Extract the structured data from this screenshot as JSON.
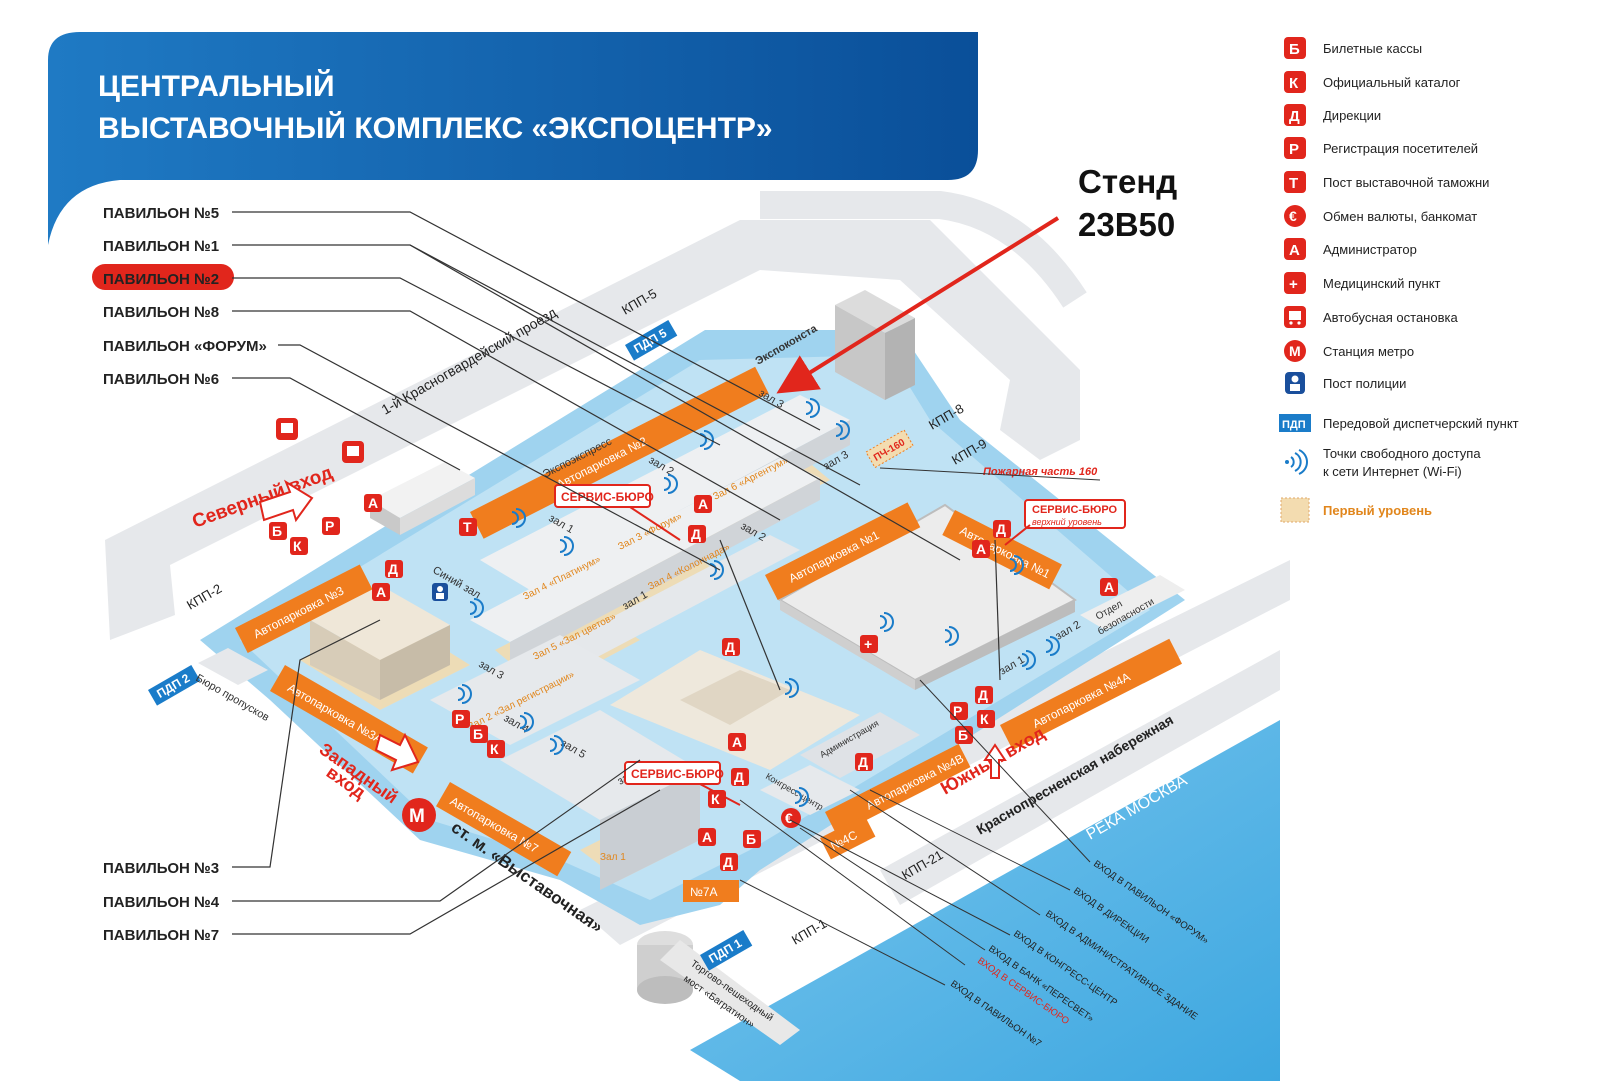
{
  "title": {
    "line1": "ЦЕНТРАЛЬНЫЙ",
    "line2": "ВЫСТАВОЧНЫЙ КОМПЛЕКС «ЭКСПОЦЕНТР»"
  },
  "stand": {
    "line1": "Стенд",
    "line2": "23B50"
  },
  "colors": {
    "header_blue": "#0d5aa7",
    "accent_red": "#e1261c",
    "parking_orange": "#f07d1e",
    "ground_blue": "#9fd3ef",
    "river_blue": "#5db7e6",
    "road_gray": "#e4e6e9",
    "first_level": "#f3dcb0"
  },
  "pavilions_left_top": [
    {
      "label": "ПАВИЛЬОН №5",
      "highlighted": false
    },
    {
      "label": "ПАВИЛЬОН №1",
      "highlighted": false
    },
    {
      "label": "ПАВИЛЬОН №2",
      "highlighted": true
    },
    {
      "label": "ПАВИЛЬОН №8",
      "highlighted": false
    },
    {
      "label": "ПАВИЛЬОН «ФОРУМ»",
      "highlighted": false
    },
    {
      "label": "ПАВИЛЬОН №6",
      "highlighted": false
    }
  ],
  "pavilions_left_bottom": [
    {
      "label": "ПАВИЛЬОН №3"
    },
    {
      "label": "ПАВИЛЬОН №4"
    },
    {
      "label": "ПАВИЛЬОН №7"
    }
  ],
  "legend": [
    {
      "icon": "Б",
      "icon_name": "ticket-office-icon",
      "label": "Билетные кассы"
    },
    {
      "icon": "К",
      "icon_name": "catalog-icon",
      "label": "Официальный каталог"
    },
    {
      "icon": "Д",
      "icon_name": "directorate-icon",
      "label": "Дирекции"
    },
    {
      "icon": "Р",
      "icon_name": "registration-icon",
      "label": "Регистрация посетителей"
    },
    {
      "icon": "Т",
      "icon_name": "customs-icon",
      "label": "Пост выставочной таможни"
    },
    {
      "icon": "€",
      "icon_name": "currency-exchange-icon",
      "label": "Обмен валюты, банкомат"
    },
    {
      "icon": "А",
      "icon_name": "administrator-icon",
      "label": "Администратор"
    },
    {
      "icon": "+",
      "icon_name": "medical-icon",
      "label": "Медицинский пункт"
    },
    {
      "icon": "",
      "icon_name": "bus-stop-icon",
      "label": "Автобусная остановка"
    },
    {
      "icon": "М",
      "icon_name": "metro-icon",
      "label": "Станция метро"
    },
    {
      "icon": "",
      "icon_name": "police-icon",
      "label": "Пост полиции"
    },
    {
      "icon": "ПДП",
      "icon_name": "dispatch-point-icon",
      "label": "Передовой диспетчерский пункт"
    },
    {
      "icon": "",
      "icon_name": "wifi-icon",
      "label": "Точки свободного доступа",
      "label2": "к сети Интернет (Wi-Fi)"
    },
    {
      "icon": "",
      "icon_name": "first-level-swatch-icon",
      "label": "Первый уровень"
    }
  ],
  "parkings": {
    "p2": "Автопарковка №2",
    "p1": "Автопарковка №1",
    "p1_right": "Автопарковка №1",
    "p3": "Автопарковка №3",
    "p3a": "Автопарковка №3А",
    "p4a": "Автопарковка №4А",
    "p4b": "Автопарковка №4В",
    "p4c": "№4С",
    "p7": "Автопарковка №7",
    "p7a": "№7А"
  },
  "roads": {
    "krasnogvard": "1-й Красногвардейский проезд",
    "naberezhnaya": "Краснопресненская набережная",
    "river": "РЕКА МОСКВА",
    "metro": "ст. м. «Выставочная»",
    "bridge_line1": "Торгово-пешеходный",
    "bridge_line2": "мост «Багратион»"
  },
  "kpp": [
    "КПП-5",
    "КПП-8",
    "КПП-9",
    "КПП-2",
    "КПП-21",
    "КПП-1"
  ],
  "pdp": [
    "ПДП 5",
    "ПДП 2",
    "ПДП 1"
  ],
  "entrances": {
    "north": "Северный вход",
    "west_line1": "Западный",
    "west_line2": "вход",
    "south": "Южный вход"
  },
  "service": {
    "s1": "СЕРВИС-БЮРО",
    "s2": "СЕРВИС-БЮРО",
    "s3_line1": "СЕРВИС-БЮРО",
    "s3_line2": "верхний уровень"
  },
  "buildings": {
    "expokonsta": "Экспоконста",
    "ekspoves": "Экспоэкспресс",
    "blue_hall": "Синий зал",
    "byuro": "Бюро пропусков",
    "security_line1": "Отдел",
    "security_line2": "безопасности",
    "kongress": "Конгресс-центр",
    "admin": "Администрация",
    "fire": "Пожарная часть 160",
    "fire_badge": "ПЧ-160"
  },
  "halls": {
    "h3a": "зал 3",
    "h2a": "зал 2",
    "h3b": "зал 3",
    "h1a": "зал 1",
    "h2b": "зал 2",
    "h1b": "зал 1",
    "h3c": "зал 3",
    "h4": "зал 4",
    "h5": "зал 5",
    "h6": "зал 6",
    "h1c": "зал 1",
    "h2c": "зал 2",
    "z4p": "Зал 4 «Платинум»",
    "z3f": "Зал 3 «Форум»",
    "z6a": "Зал 6 «Аргентум»",
    "z4k": "Зал 4 «Колоннада»",
    "z5": "Зал 5 «Зал цветов»",
    "z2": "Зал 2 «Зал регистрации»",
    "z1": "Зал 1"
  },
  "entrance_list": [
    {
      "label": "ВХОД В ПАВИЛЬОН «ФОРУМ»",
      "red": false
    },
    {
      "label": "ВХОД В ДИРЕКЦИИ",
      "red": false
    },
    {
      "label": "ВХОД В АДМИНИСТРАТИВНОЕ ЗДАНИЕ",
      "red": false
    },
    {
      "label": "ВХОД В КОНГРЕСС-ЦЕНТР",
      "red": false
    },
    {
      "label": "ВХОД В БАНК «ПЕРЕСВЕТ»",
      "red": false
    },
    {
      "label": "ВХОД В СЕРВИС-БЮРО",
      "red": true
    },
    {
      "label": "ВХОД В ПАВИЛЬОН №7",
      "red": false
    }
  ]
}
